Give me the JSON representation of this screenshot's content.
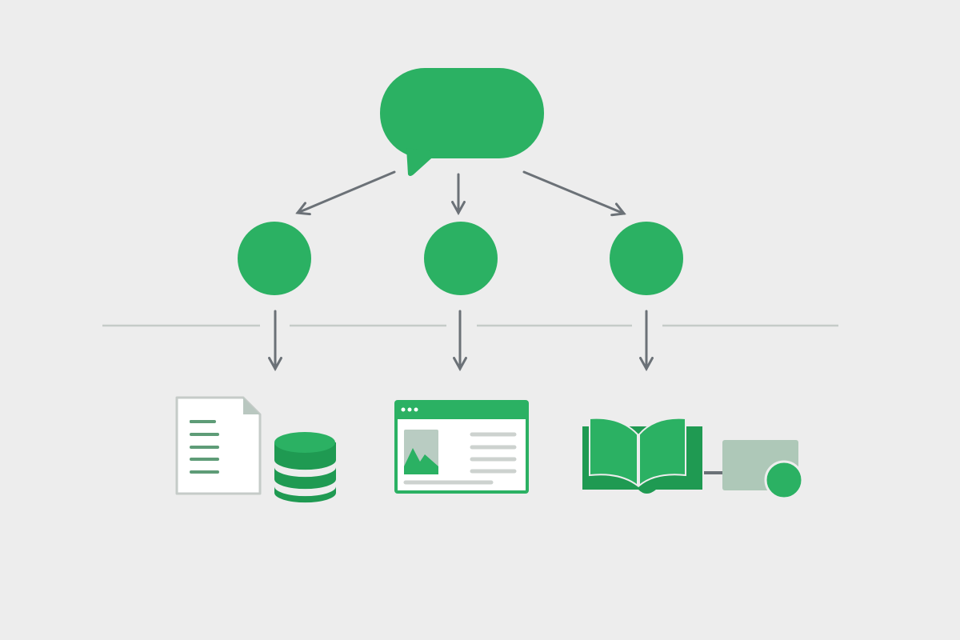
{
  "colors": {
    "background": "#ededed",
    "green": "#2bb163",
    "dark_green": "#1f9a52",
    "arrow": "#6b7177",
    "divider": "#c5cbc8",
    "muted_green_gray": "#aec8b8",
    "doc_line": "#5e9c77",
    "light_gray": "#cdd2cf"
  },
  "nodes": {
    "root": {
      "icon": "speech-bubble-icon"
    },
    "middle": [
      {
        "icon": "circle-node"
      },
      {
        "icon": "circle-node"
      },
      {
        "icon": "circle-node"
      }
    ],
    "outputs": [
      {
        "icons": [
          "document-icon",
          "database-icon"
        ]
      },
      {
        "icons": [
          "browser-window-icon"
        ]
      },
      {
        "icons": [
          "open-book-icon",
          "media-card-icon"
        ]
      }
    ]
  }
}
